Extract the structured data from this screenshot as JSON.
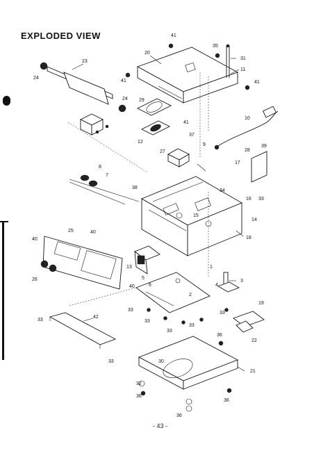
{
  "title": "EXPLODED VIEW",
  "page_number": "- 43 -",
  "callouts": [
    {
      "id": "c41a",
      "text": "41"
    },
    {
      "id": "c35a",
      "text": "35"
    },
    {
      "id": "c31",
      "text": "31"
    },
    {
      "id": "c20",
      "text": "20"
    },
    {
      "id": "c23",
      "text": "23"
    },
    {
      "id": "c24a",
      "text": "24"
    },
    {
      "id": "c24b",
      "text": "24"
    },
    {
      "id": "c41b",
      "text": "41"
    },
    {
      "id": "c11",
      "text": "11"
    },
    {
      "id": "c41c",
      "text": "41"
    },
    {
      "id": "c29",
      "text": "29"
    },
    {
      "id": "c41d",
      "text": "41"
    },
    {
      "id": "c37",
      "text": "37"
    },
    {
      "id": "c10",
      "text": "10"
    },
    {
      "id": "c12",
      "text": "12"
    },
    {
      "id": "c9",
      "text": "9"
    },
    {
      "id": "c27",
      "text": "27"
    },
    {
      "id": "c28",
      "text": "28"
    },
    {
      "id": "c39",
      "text": "39"
    },
    {
      "id": "c8",
      "text": "8"
    },
    {
      "id": "c7",
      "text": "7"
    },
    {
      "id": "c17",
      "text": "17"
    },
    {
      "id": "c38",
      "text": "38"
    },
    {
      "id": "c34",
      "text": "34"
    },
    {
      "id": "c16",
      "text": "16"
    },
    {
      "id": "c33a",
      "text": "33"
    },
    {
      "id": "c15",
      "text": "15"
    },
    {
      "id": "c14",
      "text": "14"
    },
    {
      "id": "c18",
      "text": "18"
    },
    {
      "id": "c40a",
      "text": "40"
    },
    {
      "id": "c25",
      "text": "25"
    },
    {
      "id": "c40b",
      "text": "40"
    },
    {
      "id": "c26",
      "text": "26"
    },
    {
      "id": "c13",
      "text": "13"
    },
    {
      "id": "c5",
      "text": "5"
    },
    {
      "id": "c6",
      "text": "6"
    },
    {
      "id": "c40c",
      "text": "40"
    },
    {
      "id": "c1",
      "text": "1"
    },
    {
      "id": "c4",
      "text": "4"
    },
    {
      "id": "c3",
      "text": "3"
    },
    {
      "id": "c2",
      "text": "2"
    },
    {
      "id": "c33b",
      "text": "33"
    },
    {
      "id": "c33c",
      "text": "33"
    },
    {
      "id": "c33d",
      "text": "33"
    },
    {
      "id": "c42",
      "text": "42"
    },
    {
      "id": "c33e",
      "text": "33"
    },
    {
      "id": "c33f",
      "text": "33"
    },
    {
      "id": "c33g",
      "text": "33"
    },
    {
      "id": "c19",
      "text": "19"
    },
    {
      "id": "c22",
      "text": "22"
    },
    {
      "id": "c36a",
      "text": "36"
    },
    {
      "id": "c33h",
      "text": "33"
    },
    {
      "id": "c30",
      "text": "30"
    },
    {
      "id": "c21",
      "text": "21"
    },
    {
      "id": "c32",
      "text": "32"
    },
    {
      "id": "c36b",
      "text": "36"
    },
    {
      "id": "c36c",
      "text": "36"
    },
    {
      "id": "c36d",
      "text": "36"
    }
  ]
}
